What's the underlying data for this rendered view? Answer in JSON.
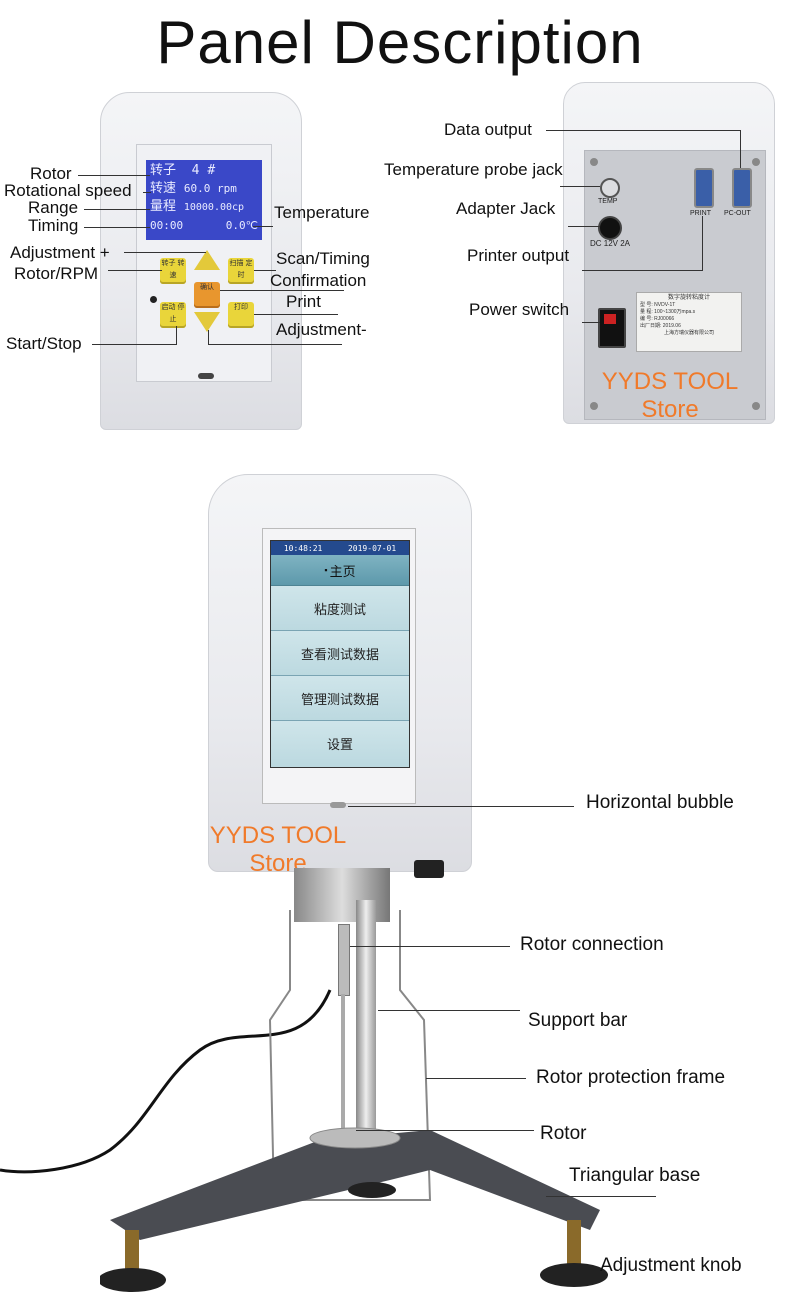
{
  "title": "Panel Description",
  "front_panel": {
    "labels": {
      "rotor": "Rotor",
      "rotational_speed": "Rotational speed",
      "range": "Range",
      "timing": "Timing",
      "adjustment_plus": "Adjustment +",
      "rotor_rpm": "Rotor/RPM",
      "start_stop": "Start/Stop",
      "temperature": "Temperature",
      "scan_timing": "Scan/Timing",
      "confirmation": "Confirmation",
      "print": "Print",
      "adjustment_minus": "Adjustment-"
    },
    "lcd": {
      "row1_cn": "转子",
      "row1_val": "4  #",
      "row2_cn": "转速",
      "row2_val": "60.0  rpm",
      "row3_cn": "量程",
      "row3_val": "10000.00cp",
      "row4_left": "00:00",
      "row4_right": "0.0℃"
    },
    "keys": {
      "rotor_speed": "转子 转速",
      "scan_timing": "扫描 定时",
      "confirm": "确认",
      "start_stop": "启动 停止",
      "print": "打印"
    }
  },
  "back_panel": {
    "labels": {
      "data_output": "Data output",
      "temp_probe_jack": "Temperature probe jack",
      "adapter_jack": "Adapter Jack",
      "printer_output": "Printer output",
      "power_switch": "Power switch"
    },
    "port_marks": {
      "temp": "TEMP",
      "dc": "DC 12V 2A",
      "print": "PRINT",
      "pc_out": "PC-OUT"
    },
    "nameplate": {
      "title": "数字旋转粘度计",
      "line1": "型    号: NVDV-1T",
      "line2": "量    程: 100~1300万mpa.s",
      "line3": "编    号: RJ00066",
      "line4": "出厂日期: 2019.06",
      "maker": "上海方瑞仪器有限公司"
    }
  },
  "touch_screen": {
    "status_time": "10:48:21",
    "status_date": "2019-07-01",
    "header": "主页",
    "menu": [
      "粘度测试",
      "查看测试数据",
      "管理测试数据",
      "设置"
    ]
  },
  "parts": {
    "horizontal_bubble": "Horizontal bubble",
    "rotor_connection": "Rotor connection",
    "support_bar": "Support bar",
    "rotor_protection_frame": "Rotor protection frame",
    "rotor": "Rotor",
    "triangular_base": "Triangular base",
    "adjustment_knob": "Adjustment knob"
  },
  "watermark": {
    "line1": "YYDS TOOL",
    "line2": "Store"
  },
  "colors": {
    "lcd_blue": "#3a48c8",
    "key_yellow": "#e9d53a",
    "confirm_orange": "#e8962e",
    "watermark_orange": "#f07a2a"
  }
}
